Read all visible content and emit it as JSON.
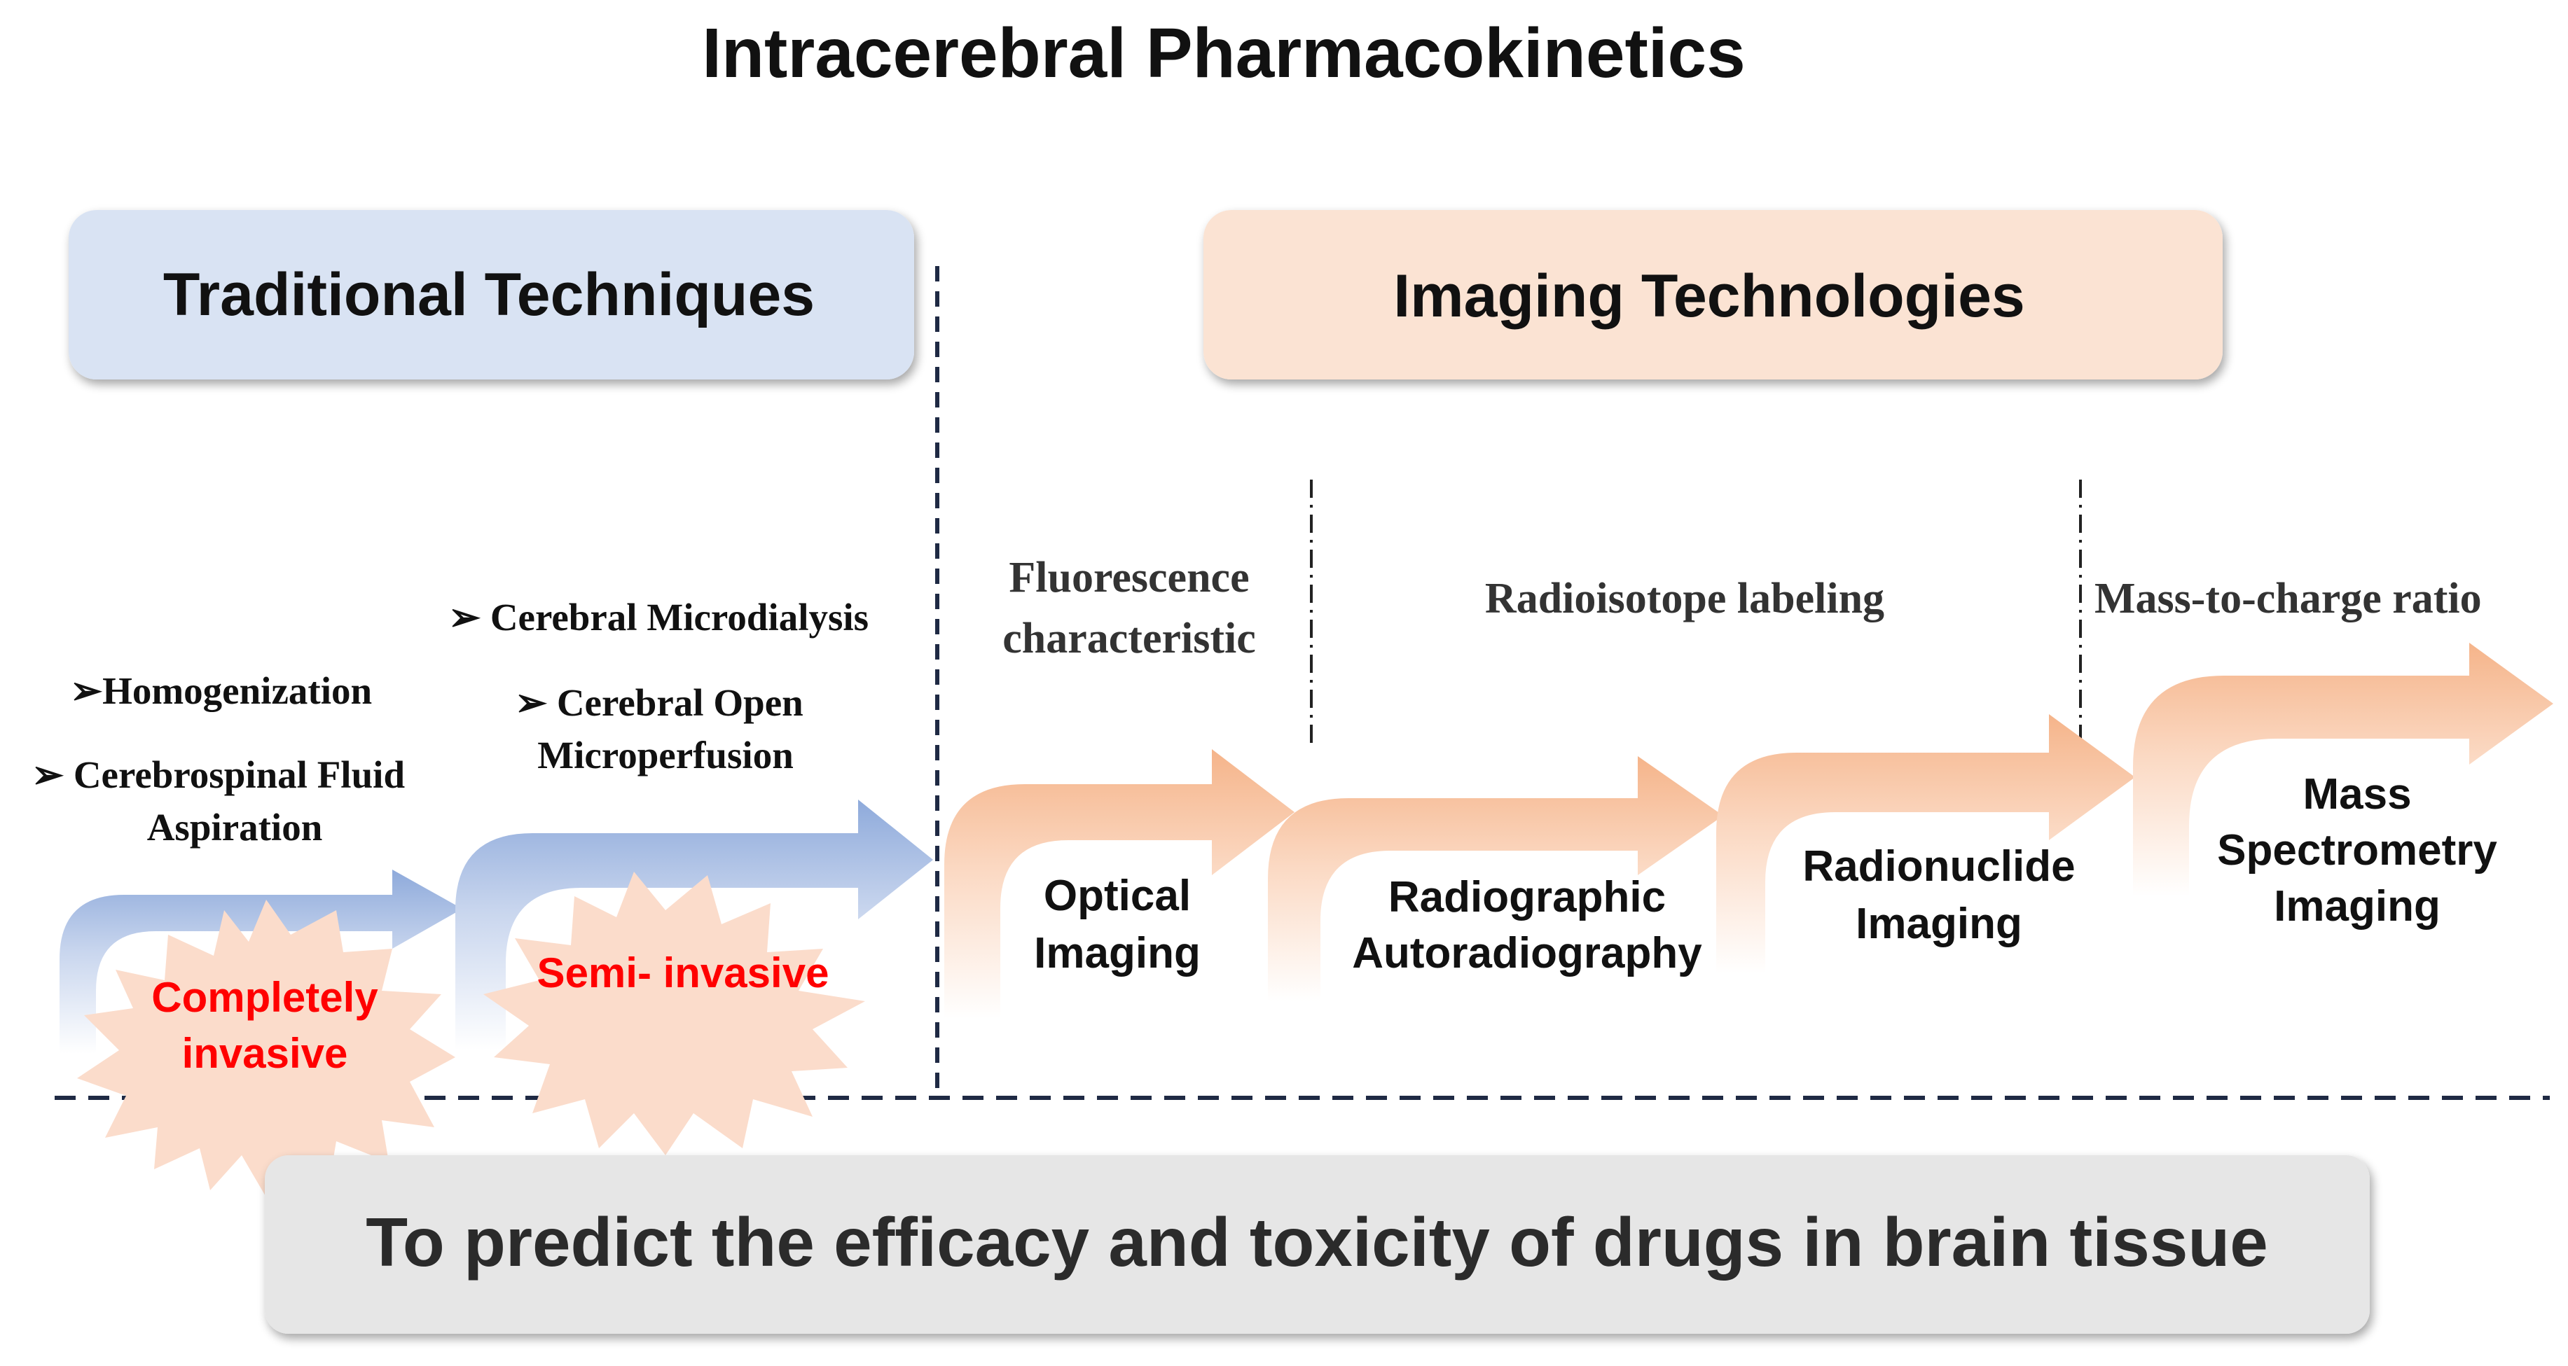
{
  "title": "Intracerebral Pharmacokinetics",
  "sections": {
    "traditional": "Traditional Techniques",
    "imaging": "Imaging Technologies"
  },
  "traditional_methods": {
    "group1": [
      "➢Homogenization",
      "➢ Cerebrospinal Fluid",
      "Aspiration"
    ],
    "group2": [
      "➢ Cerebral Microdialysis",
      "➢ Cerebral Open",
      "Microperfusion"
    ]
  },
  "invasiveness": {
    "completely": [
      "Completely",
      "invasive"
    ],
    "semi": "Semi- invasive"
  },
  "principles": {
    "fluorescence": [
      "Fluorescence",
      "characteristic"
    ],
    "radioisotope": "Radioisotope labeling",
    "mass_charge": "Mass-to-charge ratio"
  },
  "imaging_methods": {
    "optical": [
      "Optical",
      "Imaging"
    ],
    "radiographic": [
      "Radiographic",
      "Autoradiography"
    ],
    "radionuclide": [
      "Radionuclide",
      "Imaging"
    ],
    "mass_spec": [
      "Mass",
      "Spectrometry",
      "Imaging"
    ]
  },
  "bottom_banner": "To predict the efficacy and toxicity of drugs in brain tissue",
  "colors": {
    "traditional_box": "#d9e3f3",
    "imaging_box": "#fbe3d3",
    "blue_arrow": "#8eaadb",
    "orange_arrow": "#f5b48a",
    "burst": "#fbdccb",
    "invasive_text": "#ff0000",
    "banner": "#e6e6e6"
  }
}
